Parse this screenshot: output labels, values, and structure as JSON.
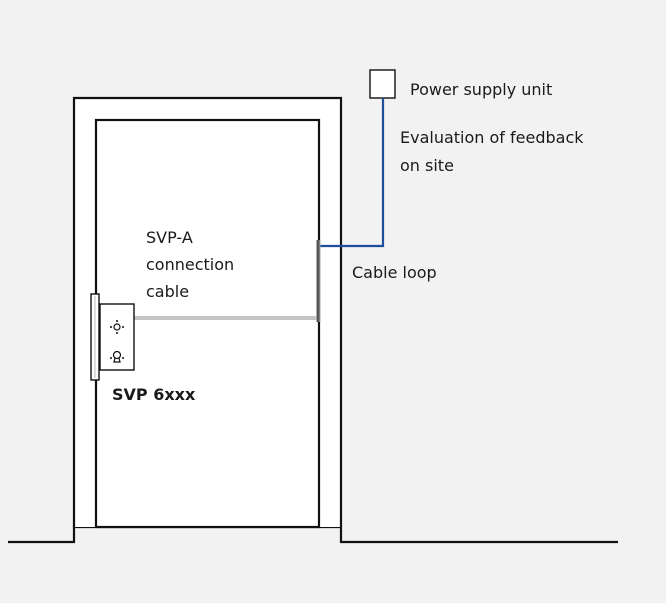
{
  "labels": {
    "power_supply": "Power supply unit",
    "evaluation_line1": "Evaluation of feedback",
    "evaluation_line2": "on site",
    "cable_loop": "Cable loop",
    "connection_line1": "SVP-A",
    "connection_line2": "connection",
    "connection_line3": "cable",
    "model": "SVP 6xxx"
  },
  "colors": {
    "background": "#f2f2f2",
    "door_fill": "#ffffff",
    "outline": "#111111",
    "supply_cable": "#1f4e9c",
    "connection_cable": "#888888"
  }
}
